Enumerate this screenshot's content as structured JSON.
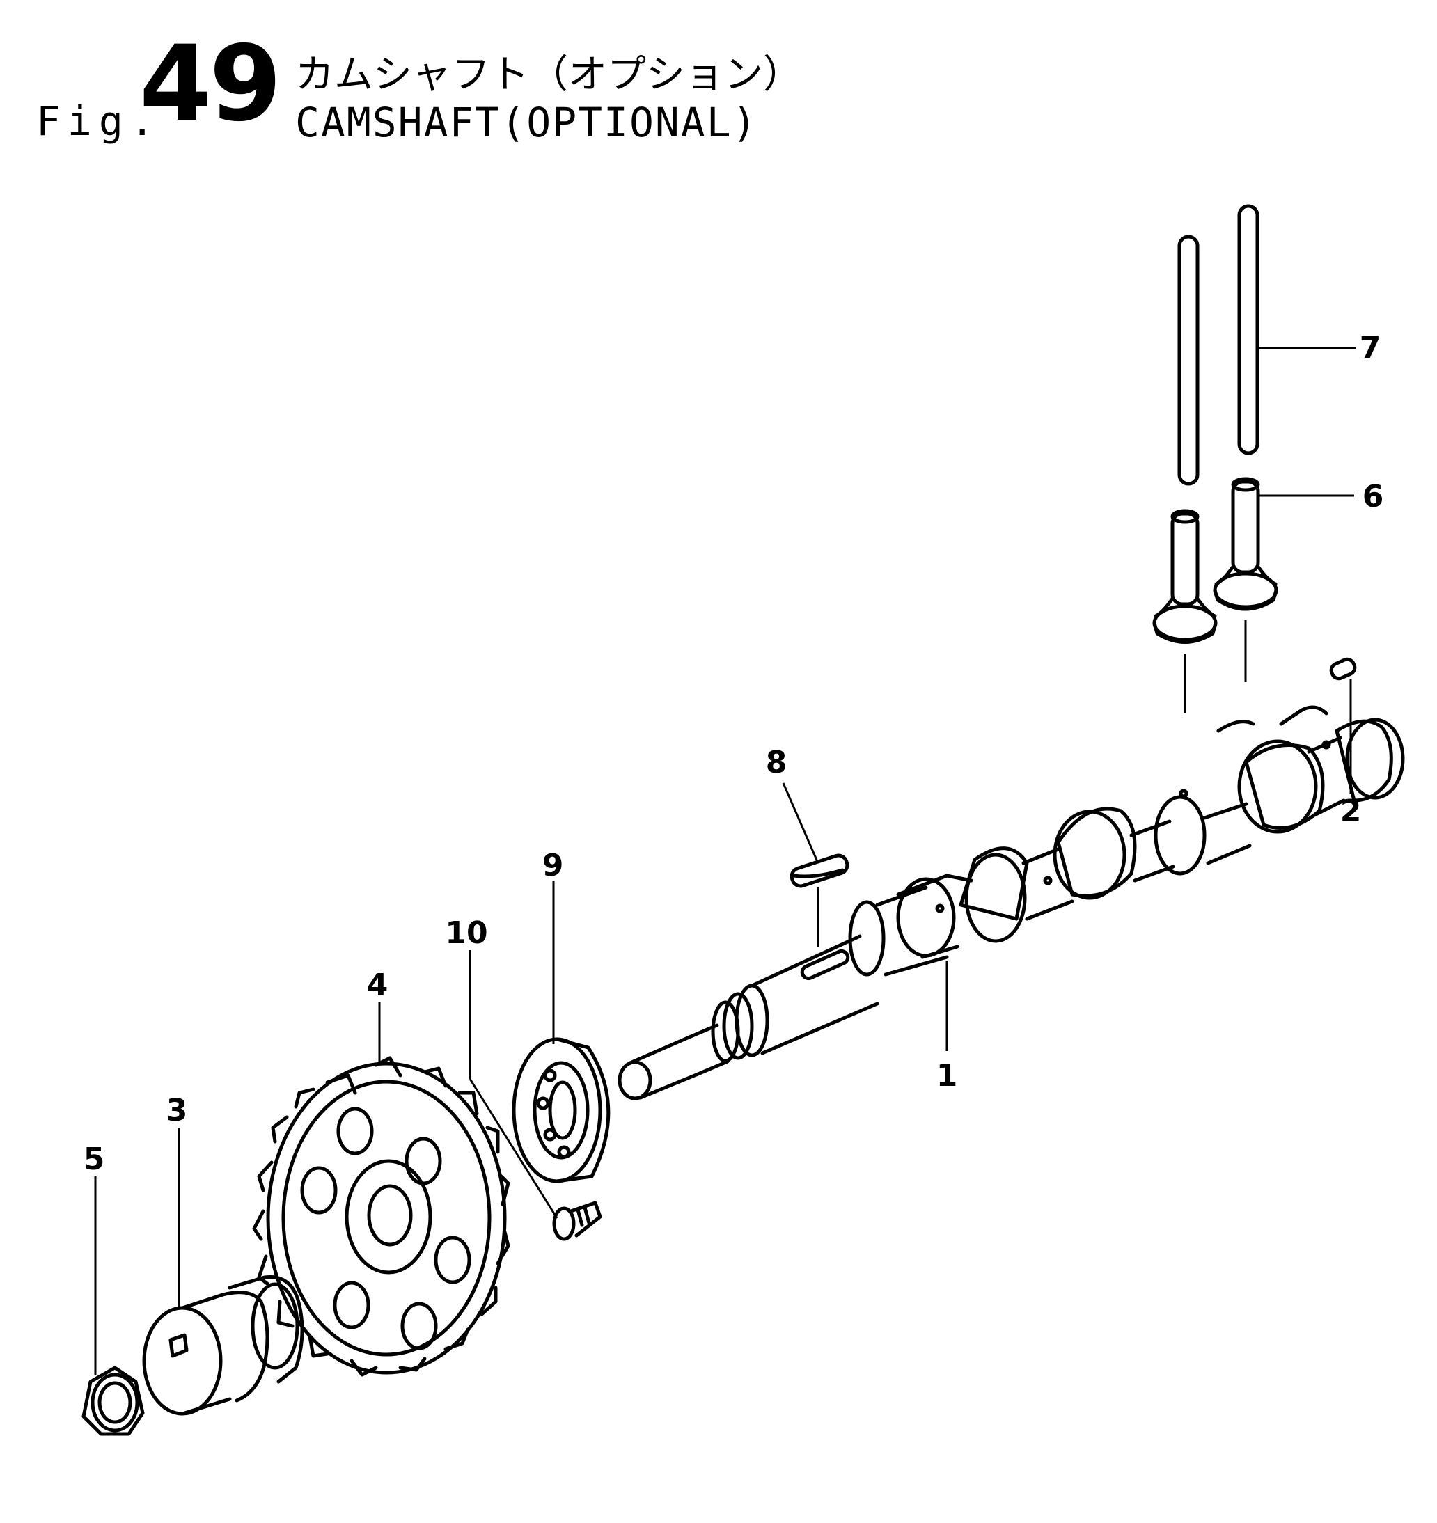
{
  "figure": {
    "prefix": "Fig.",
    "number": "49",
    "title_jp": "カムシャフト（オプション）",
    "title_en": "CAMSHAFT(OPTIONAL)"
  },
  "callouts": [
    "1",
    "2",
    "3",
    "4",
    "5",
    "6",
    "7",
    "8",
    "9",
    "10"
  ]
}
